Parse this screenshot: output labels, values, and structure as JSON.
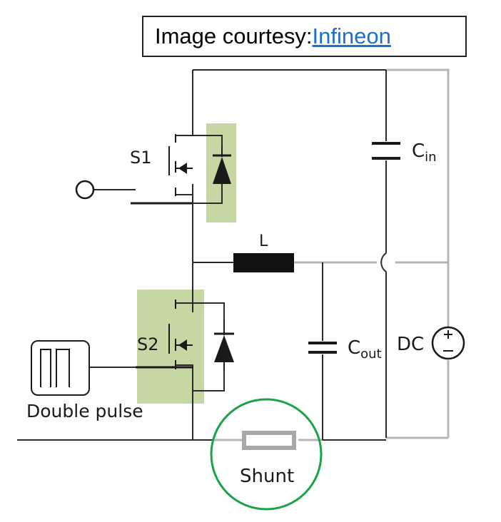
{
  "courtesy": {
    "text": "Image courtesy: ",
    "link": "Infineon"
  },
  "labels": {
    "s1": "S1",
    "s2": "S2",
    "cin_main": "C",
    "cin_sub": "in",
    "cout_main": "C",
    "cout_sub": "out",
    "inductor": "L",
    "dc": "DC",
    "double_pulse": "Double pulse",
    "shunt": "Shunt"
  },
  "colors": {
    "highlight": "#c6d7a4",
    "shunt_circle": "#1aa34a",
    "link": "#1f6fd1",
    "wire_black": "#2a2a2a",
    "wire_gray": "#b5b5b5"
  }
}
